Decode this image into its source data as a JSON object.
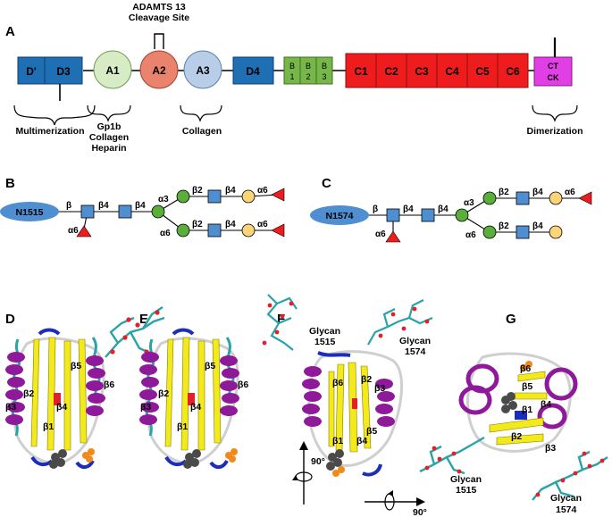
{
  "panels": {
    "A": "A",
    "B": "B",
    "C": "C",
    "D": "D",
    "E": "E",
    "F": "F",
    "G": "G"
  },
  "panel_a": {
    "domains": [
      {
        "id": "Dprime",
        "label": "D'",
        "shape": "rect",
        "color": "#1f6fb5"
      },
      {
        "id": "D3",
        "label": "D3",
        "shape": "rect",
        "color": "#1f6fb5"
      },
      {
        "id": "A1",
        "label": "A1",
        "shape": "circle",
        "color": "#d7ecc4"
      },
      {
        "id": "A2",
        "label": "A2",
        "shape": "circle",
        "color": "#e9836d"
      },
      {
        "id": "A3",
        "label": "A3",
        "shape": "circle",
        "color": "#b7cde8"
      },
      {
        "id": "D4",
        "label": "D4",
        "shape": "rect",
        "color": "#1f6fb5"
      },
      {
        "id": "B1",
        "label": "B 1",
        "shape": "rect",
        "color": "#77b648"
      },
      {
        "id": "B2",
        "label": "B 2",
        "shape": "rect",
        "color": "#77b648"
      },
      {
        "id": "B3",
        "label": "B 3",
        "shape": "rect",
        "color": "#77b648"
      },
      {
        "id": "C1",
        "label": "C1",
        "shape": "rect",
        "color": "#ee1c1c"
      },
      {
        "id": "C2",
        "label": "C2",
        "shape": "rect",
        "color": "#ee1c1c"
      },
      {
        "id": "C3",
        "label": "C3",
        "shape": "rect",
        "color": "#ee1c1c"
      },
      {
        "id": "C4",
        "label": "C4",
        "shape": "rect",
        "color": "#ee1c1c"
      },
      {
        "id": "C5",
        "label": "C5",
        "shape": "rect",
        "color": "#ee1c1c"
      },
      {
        "id": "C6",
        "label": "C6",
        "shape": "rect",
        "color": "#ee1c1c"
      },
      {
        "id": "CTCK",
        "label": "CT CK",
        "shape": "rect",
        "color": "#e23ee6"
      }
    ],
    "cleavage_label_1": "ADAMTS 13",
    "cleavage_label_2": "Cleavage Site",
    "functions": {
      "multimerization": "Multimerization",
      "a1_line1": "Gp1b",
      "a1_line2": "Collagen",
      "a1_line3": "Heparin",
      "collagen": "Collagen",
      "dimerization": "Dimerization"
    }
  },
  "panel_b": {
    "root": "N1515",
    "links": {
      "l1": "β",
      "l2": "β4",
      "l3": "β4",
      "fuc": "α6",
      "up": "α3",
      "down": "α6",
      "u1": "β2",
      "u2": "β4",
      "u3": "α6",
      "d1": "β2",
      "d2": "β4",
      "d3": "α6"
    }
  },
  "panel_c": {
    "root": "N1574",
    "links": {
      "l1": "β",
      "l2": "β4",
      "l3": "β4",
      "fuc": "α6",
      "up": "α3",
      "down": "α6",
      "u1": "β2",
      "u2": "β4",
      "u3": "α6",
      "d1": "β2",
      "d2": "β4"
    }
  },
  "glycan_colors": {
    "glcnac": "#4f8fd1",
    "mannose": "#5aae3a",
    "galactose": "#fcd57a",
    "fucose": "#ee1c1c",
    "root": "#4f8fd1"
  },
  "structure_labels": {
    "d": [
      "β3",
      "β2",
      "β4",
      "β1",
      "β5",
      "β6"
    ],
    "e": [
      "β3",
      "β2",
      "β4",
      "β1",
      "β5",
      "β6"
    ],
    "f": [
      "β6",
      "β2",
      "β3",
      "β5",
      "β4",
      "β1"
    ],
    "g": [
      "β6",
      "β5",
      "β1",
      "β4",
      "β2",
      "β3"
    ],
    "glycan_f_1515_1": "Glycan",
    "glycan_f_1515_2": "1515",
    "glycan_f_1574_1": "Glycan",
    "glycan_f_1574_2": "1574",
    "glycan_g_1515_1": "Glycan",
    "glycan_g_1515_2": "1515",
    "glycan_g_1574_1": "Glycan",
    "glycan_g_1574_2": "1574",
    "rotation_1": "90°",
    "rotation_2": "90°"
  },
  "protein_colors": {
    "helix": "#8e1a9a",
    "strand": "#f2ea1a",
    "coil": "#2aa3a8",
    "loop": "#cfcfcf",
    "blue": "#1b2dbd",
    "orange": "#f08a1a",
    "grey": "#4a4a4a",
    "red": "#e0202a"
  }
}
